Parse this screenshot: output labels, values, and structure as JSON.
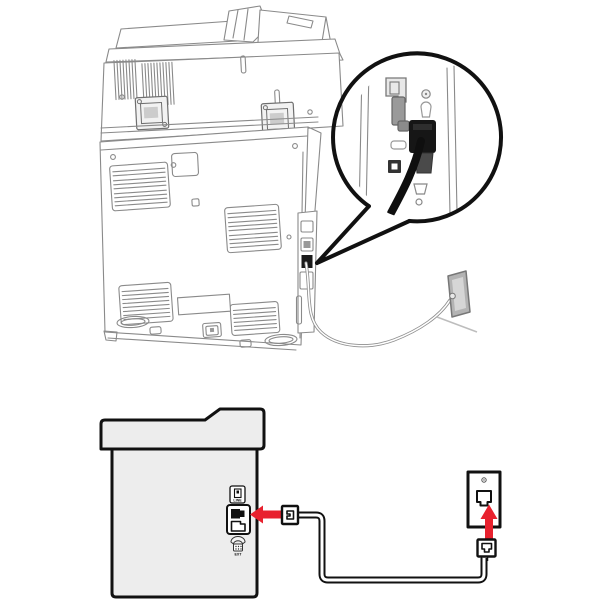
{
  "diagram": {
    "scenes": {
      "top": "printer-rear-view-with-fax-cable-callout",
      "bottom": "printer-to-wall-jack-connection"
    },
    "labels": {
      "line_port": "LINE",
      "ext_port": "EXT"
    },
    "colors": {
      "arrow_red": "#e8212e",
      "outline_black": "#111111",
      "sketch_gray": "#8a8a8a",
      "printer_fill": "#ededed",
      "wall_plate_gray": "#b3b3b3"
    },
    "icons": {
      "line_port": "phone-line-jack-icon",
      "ext_port": "ext-phone-icon",
      "left_arrow": "red-left-arrow-icon",
      "up_arrow": "red-up-arrow-icon",
      "callout": "magnifier-callout"
    }
  }
}
